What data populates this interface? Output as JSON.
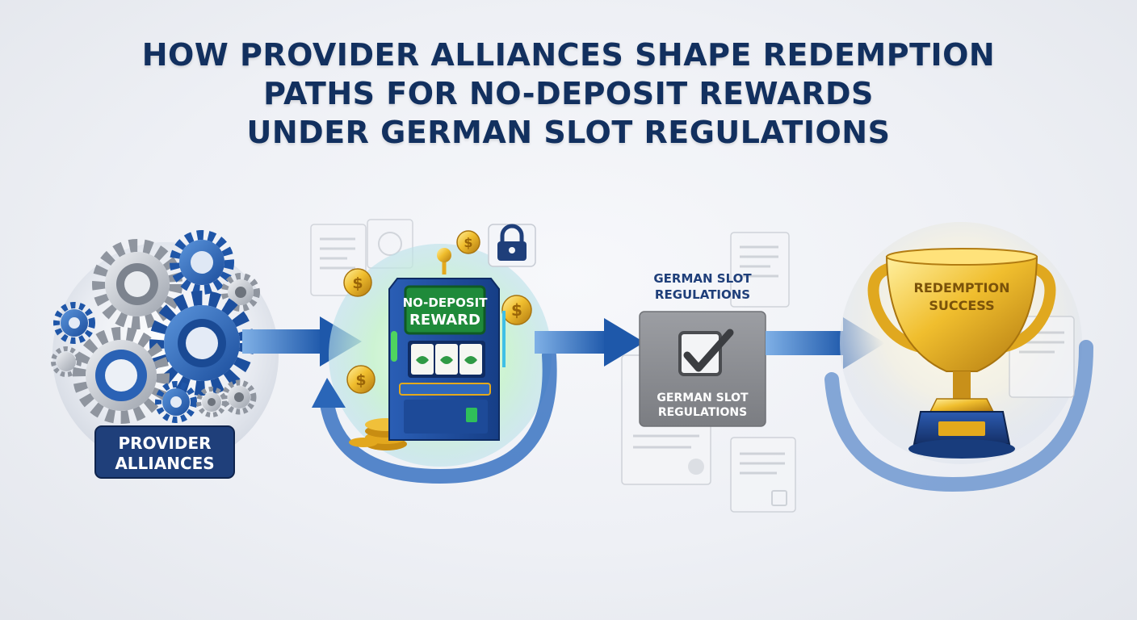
{
  "title": {
    "line1": "HOW PROVIDER ALLIANCES SHAPE REDEMPTION",
    "line2": "PATHS FOR NO-DEPOSIT REWARDS",
    "line3": "UNDER GERMAN SLOT REGULATIONS"
  },
  "stages": {
    "providers": {
      "label_line1": "PROVIDER",
      "label_line2": "ALLIANCES"
    },
    "reward": {
      "screen_line1": "NO-DEPOSIT",
      "screen_line2": "REWARD"
    },
    "regulations": {
      "top_line1": "GERMAN SLOT",
      "top_line2": "REGULATIONS",
      "box_line1": "GERMAN SLOT",
      "box_line2": "REGULATIONS"
    },
    "success": {
      "trophy_line1": "REDEMPTION",
      "trophy_line2": "SUCCESS"
    }
  },
  "icons": {
    "gears": "gear-icon",
    "lock": "lock-icon",
    "coin": "dollar-coin-icon",
    "check": "checkmark-icon",
    "document": "document-icon",
    "trophy": "trophy-icon"
  },
  "colors": {
    "title": "#12305f",
    "arrow_blue": "#2a66b8",
    "navy_label": "#1f3f7a",
    "gold": "#e4a91c",
    "screen_green": "#1f8a3a",
    "reg_box": "#8d8f94"
  }
}
